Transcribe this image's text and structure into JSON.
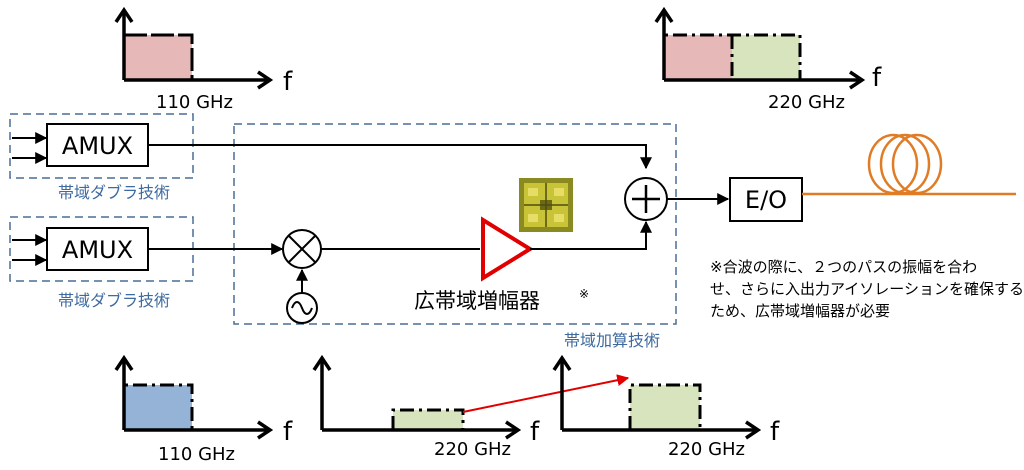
{
  "axis_f": "f",
  "freq_110": "110 GHz",
  "freq_220": "220 GHz",
  "amux": "AMUX",
  "eo": "E/O",
  "doubler_label": "帯域ダブラ技術",
  "adder_label": "帯域加算技術",
  "amp_label": "広帯域増幅器",
  "amp_note_mark": "※",
  "note_line1": "※合波の際に、２つのパスの振幅を合わ",
  "note_line2": "せ、さらに入出力アイソレーションを確保する",
  "note_line3": "ため、広帯域増幅器が必要",
  "colors": {
    "pink": "#e6b9b8",
    "green": "#d7e4bd",
    "blue": "#95b3d7",
    "dash_blue": "#4a6f96",
    "amp_red": "#e00000",
    "fiber": "#e07b26"
  }
}
